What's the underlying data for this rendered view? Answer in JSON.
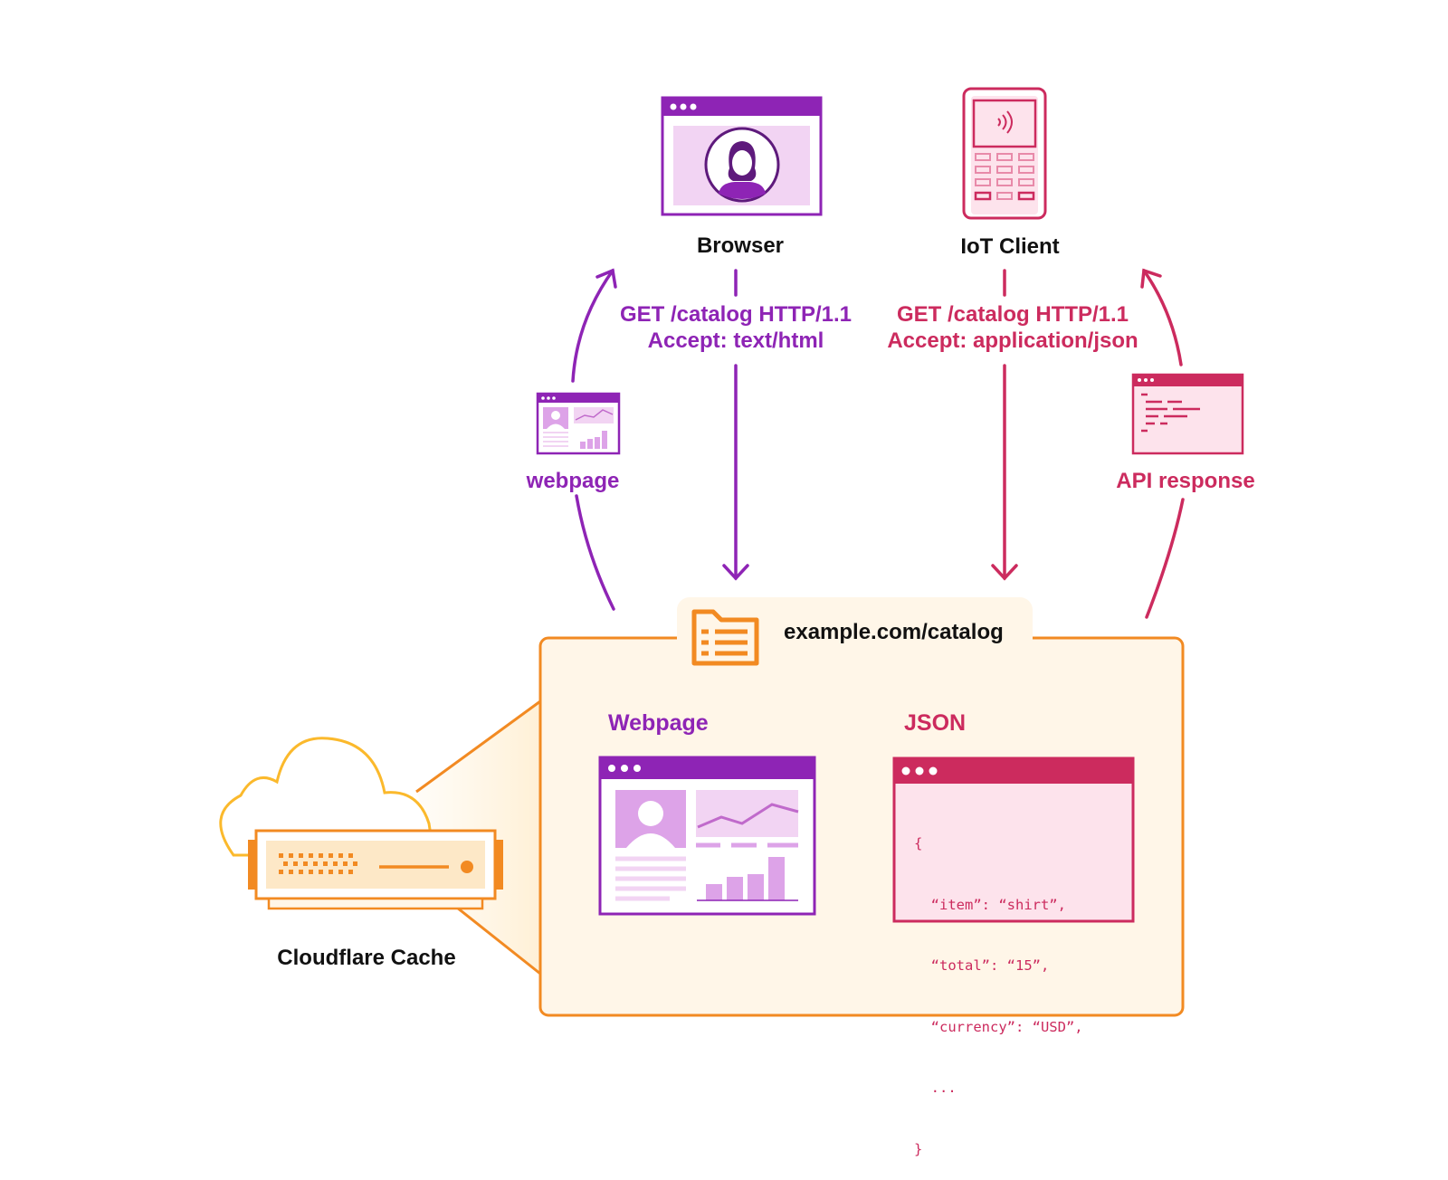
{
  "colors": {
    "purple": "#8e24b5",
    "crimson": "#cc2b5e",
    "orange": "#f28a22",
    "cache_bg": "#fff6e8",
    "light_purple": "#f2d4f3",
    "light_pink": "#fde3ec"
  },
  "icons": {
    "browser": "browser-window-user-icon",
    "iot": "iot-device-keypad-icon",
    "webpage_small": "webpage-thumbnail-icon",
    "api_small": "api-response-document-icon",
    "folder": "folder-list-icon",
    "cache": "cloud-server-icon"
  },
  "clients": {
    "browser": "Browser",
    "iot": "IoT Client"
  },
  "requests": {
    "browser": {
      "line1": "GET /catalog HTTP/1.1",
      "line2": "Accept: text/html"
    },
    "iot": {
      "line1": "GET /catalog HTTP/1.1",
      "line2": "Accept: application/json"
    }
  },
  "responses": {
    "webpage": "webpage",
    "api": "API response"
  },
  "resource": {
    "url": "example.com/catalog",
    "variants": {
      "webpage": "Webpage",
      "json": "JSON"
    },
    "json_lines": [
      "{",
      "  “item”: “shirt”,",
      "  “total”: “15”,",
      "  “currency”: “USD”,",
      "  ...",
      "}"
    ]
  },
  "cache": {
    "label": "Cloudflare Cache"
  }
}
